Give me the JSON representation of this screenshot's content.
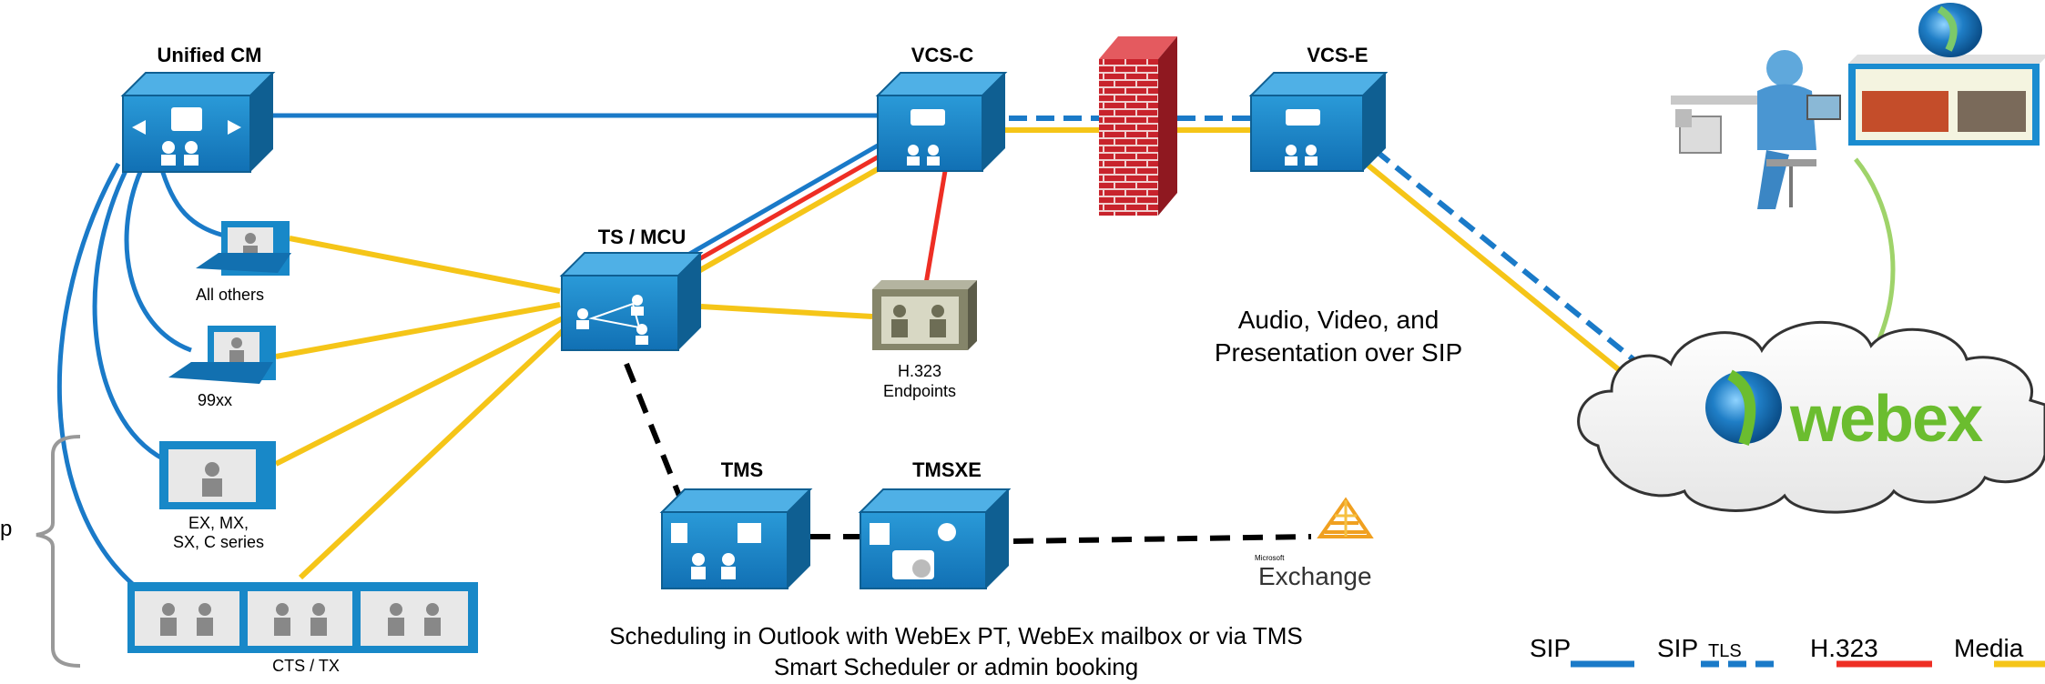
{
  "nodes": {
    "unified_cm": "Unified CM",
    "vcs_c": "VCS-C",
    "vcs_e": "VCS-E",
    "ts_mcu": "TS / MCU",
    "tms": "TMS",
    "tmsxe": "TMSXE",
    "all_others": "All others",
    "phone_99xx": "99xx",
    "ex_series_1": "EX, MX,",
    "ex_series_2": "SX, C series",
    "cts": "CTS / TX",
    "h323_1": "H.323",
    "h323_2": "Endpoints",
    "exchange_small": "Microsoft",
    "exchange": "Exchange",
    "webex": "webex"
  },
  "annotations": {
    "sip_media_1": "Audio, Video, and",
    "sip_media_2": "Presentation over SIP",
    "scheduling_1": "Scheduling in Outlook with WebEx PT, WebEx mailbox or via TMS",
    "scheduling_2": "Smart Scheduler or admin booking",
    "cut_left": "p"
  },
  "legend": {
    "sip": "SIP",
    "sip_tls_main": "SIP",
    "sip_tls_sub": "TLS",
    "h323": "H.323",
    "media": "Media"
  },
  "colors": {
    "sip": "#1a7ac8",
    "h323": "#ee2e24",
    "media": "#f5c518",
    "control": "#000000",
    "device": "#1888c8",
    "device_dark": "#0f5f92",
    "firewall": "#c8232c",
    "cloud_edge": "#333333",
    "webex_green": "#6bbd2f"
  }
}
